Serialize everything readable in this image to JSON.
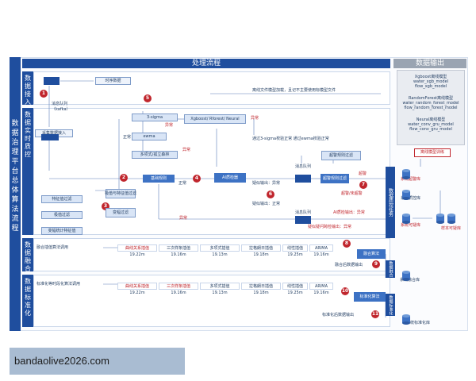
{
  "header": {
    "main_title": "处理流程",
    "output_title": "数据输出"
  },
  "left_title": "数据治理平台总体算法流程",
  "sections": {
    "ingest": "数据接入",
    "realtime": "数据实时质控",
    "fusion": "数据融合",
    "standard": "数据标准化"
  },
  "ingest": {
    "realtime_data": "时序数据",
    "msg_queue": "消息队列",
    "kafka": "（kafka）",
    "collect": "采集数据接入"
  },
  "quality": {
    "sigma": "3-sigma",
    "ewma": "ewma",
    "multi": "多项式/孤立森林",
    "xgb": "Xgboost/ Rforest/ Neural",
    "basic_rule": "基础规则",
    "ai_check": "AI质检器",
    "alarm_filter": "超警规则过滤",
    "alarm_filter2": "超警规则过滤",
    "feature_filter": "特征值过滤",
    "extreme_filter": "极值过滤",
    "change_filter": "变幅统计特征值",
    "extreme_feature": "极值与特征值过滤",
    "change_value": "变幅过滤",
    "note_top": "离线文件模型加载，且记不主要使用标模型文件",
    "normal1": "正常",
    "abnormal1": "异常",
    "abnormal2": "异常",
    "abnormal3": "异常",
    "normal2": "正常",
    "normal3": "正常",
    "abnormal4": "异常",
    "sigma_note": "通过3-sigma校验正常\n通过ewma校验正常",
    "suspected": "疑似输出：异常",
    "suspected2": "疑似输出：正常",
    "alarm_out": "超警/未超警",
    "alarm_abn": "超警",
    "ai_out": "AI质检输出：异常",
    "doubt_out": "疑似疑问跨检输出：异常",
    "result_out": "质检结果",
    "data_result": "消息队列",
    "abnormal_top": "异常",
    "normal_top": "正常"
  },
  "fusion": {
    "caller": "融合插值算法调用",
    "methods": [
      "曲线关系插值",
      "三次样条插值",
      "多项式插值",
      "拉格朗日插值",
      "线性插值",
      "ARIMA"
    ],
    "times": [
      "19.22m",
      "19.16m",
      "19.13m",
      "19.18m",
      "19.25m",
      "19.16m"
    ],
    "fusion_alg": "融合算法",
    "fused_out": "融合后数据输出"
  },
  "standard": {
    "caller": "标准化等时段化算法调用",
    "methods": [
      "曲线关系插值",
      "三次样条插值",
      "多项式插值",
      "拉格朗日插值",
      "线性插值",
      "ARIMA"
    ],
    "times": [
      "19.22m",
      "19.16m",
      "19.13m",
      "19.18m",
      "19.25m",
      "19.16m"
    ],
    "std_alg": "标准化算法",
    "std_out": "标准化后数据输出"
  },
  "output": {
    "models": [
      [
        "Xgboost离线模型",
        "water_xgb_model",
        "flow_xgb_model"
      ],
      [
        "RandomForest离线模型",
        "water_random_forest_model",
        "flow_random_forest_model"
      ],
      [
        "Neural离线模型",
        "water_conv_gru_model",
        "flow_conv_gru_model"
      ]
    ],
    "offline_train": "离线模型训练",
    "quality_task": "数据质控任务",
    "sys_alarm": "系统超警库",
    "sys_quality": "系统质控库",
    "sys_ok": "系统可疑库",
    "sample_lib": "样本可疑库",
    "fusion_task": "数据融合",
    "sys_fusion": "系统融合库",
    "std_task": "数据标准化",
    "sys_std": "系统标准化库"
  },
  "numbers": [
    "1",
    "2",
    "3",
    "4",
    "5",
    "6",
    "7",
    "8",
    "9",
    "10",
    "11"
  ],
  "watermark": "bandaolive2026.com"
}
